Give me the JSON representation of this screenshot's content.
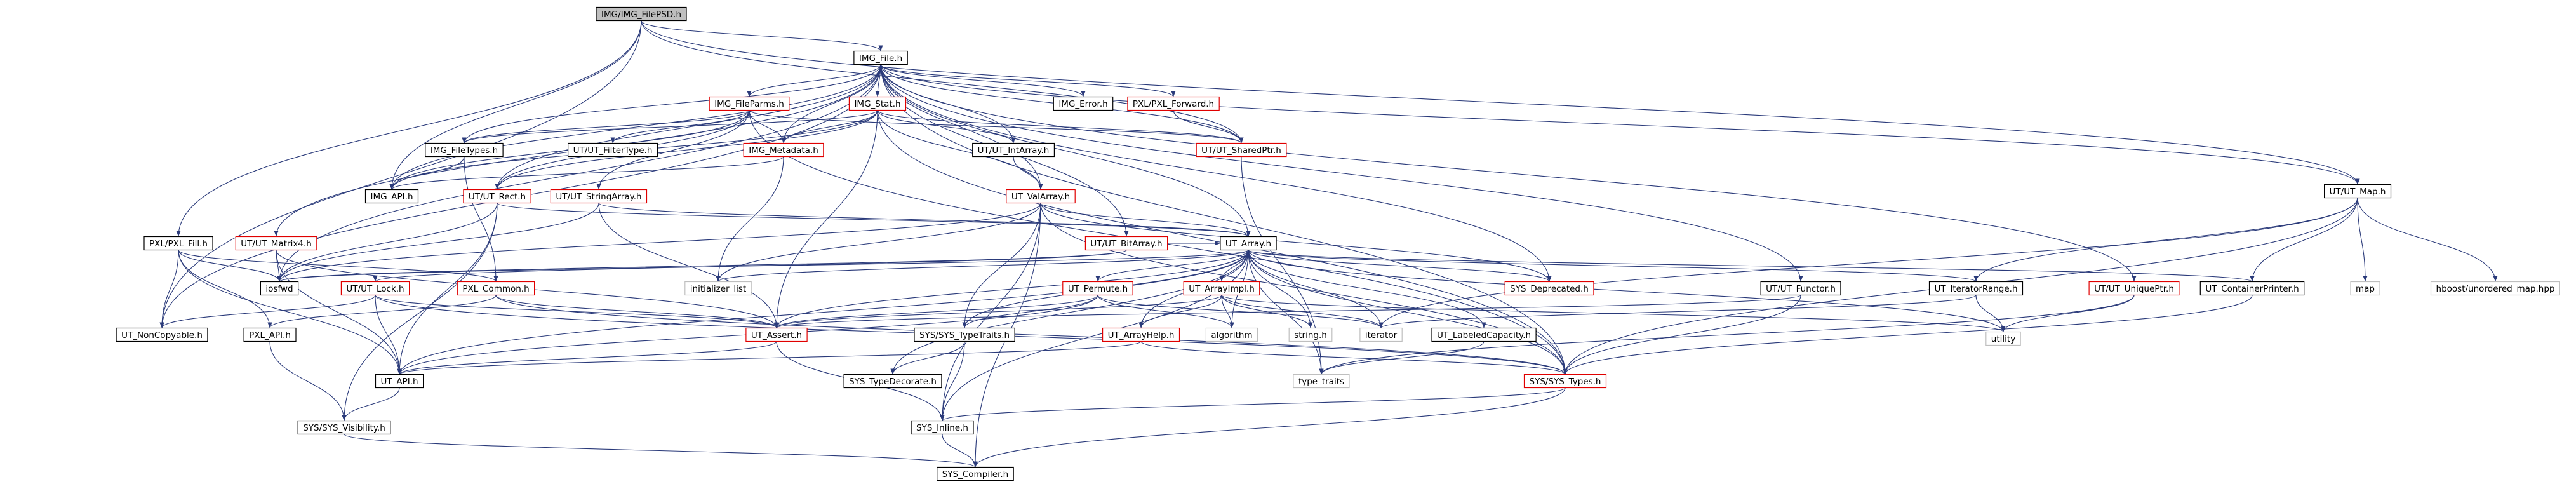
{
  "diagram": {
    "nodes": [
      {
        "id": "root",
        "label": "IMG/IMG_FilePSD.h",
        "style": "root"
      },
      {
        "id": "imgfile",
        "label": "IMG_File.h",
        "style": "normal"
      },
      {
        "id": "fileparms",
        "label": "IMG_FileParms.h",
        "style": "red"
      },
      {
        "id": "stat",
        "label": "IMG_Stat.h",
        "style": "red"
      },
      {
        "id": "error",
        "label": "IMG_Error.h",
        "style": "normal"
      },
      {
        "id": "pxlfwd",
        "label": "PXL/PXL_Forward.h",
        "style": "red"
      },
      {
        "id": "utmap",
        "label": "UT/UT_Map.h",
        "style": "normal"
      },
      {
        "id": "filetypes",
        "label": "IMG_FileTypes.h",
        "style": "normal"
      },
      {
        "id": "filtertype",
        "label": "UT/UT_FilterType.h",
        "style": "normal"
      },
      {
        "id": "metadata",
        "label": "IMG_Metadata.h",
        "style": "red"
      },
      {
        "id": "intarray",
        "label": "UT/UT_IntArray.h",
        "style": "normal"
      },
      {
        "id": "sharedptr",
        "label": "UT/UT_SharedPtr.h",
        "style": "red"
      },
      {
        "id": "imgapi",
        "label": "IMG_API.h",
        "style": "normal"
      },
      {
        "id": "rect",
        "label": "UT/UT_Rect.h",
        "style": "red"
      },
      {
        "id": "stringarray",
        "label": "UT/UT_StringArray.h",
        "style": "red"
      },
      {
        "id": "valarray",
        "label": "UT_ValArray.h",
        "style": "red"
      },
      {
        "id": "pxlfill",
        "label": "PXL/PXL_Fill.h",
        "style": "normal"
      },
      {
        "id": "matrix4",
        "label": "UT/UT_Matrix4.h",
        "style": "red"
      },
      {
        "id": "bitarray",
        "label": "UT/UT_BitArray.h",
        "style": "red"
      },
      {
        "id": "utarray",
        "label": "UT_Array.h",
        "style": "normal"
      },
      {
        "id": "iosfwd",
        "label": "iosfwd",
        "style": "normal"
      },
      {
        "id": "lock",
        "label": "UT/UT_Lock.h",
        "style": "red"
      },
      {
        "id": "pxlcommon",
        "label": "PXL_Common.h",
        "style": "red"
      },
      {
        "id": "initlist",
        "label": "initializer_list",
        "style": "grey"
      },
      {
        "id": "permute",
        "label": "UT_Permute.h",
        "style": "red"
      },
      {
        "id": "arrayimpl",
        "label": "UT_ArrayImpl.h",
        "style": "red"
      },
      {
        "id": "deprecated",
        "label": "SYS_Deprecated.h",
        "style": "red"
      },
      {
        "id": "functor",
        "label": "UT/UT_Functor.h",
        "style": "normal"
      },
      {
        "id": "iterrange",
        "label": "UT_IteratorRange.h",
        "style": "normal"
      },
      {
        "id": "uniqueptr",
        "label": "UT/UT_UniquePtr.h",
        "style": "red"
      },
      {
        "id": "contprinter",
        "label": "UT_ContainerPrinter.h",
        "style": "normal"
      },
      {
        "id": "map",
        "label": "map",
        "style": "grey"
      },
      {
        "id": "boostmap",
        "label": "hboost/unordered_map.hpp",
        "style": "grey"
      },
      {
        "id": "noncopy",
        "label": "UT_NonCopyable.h",
        "style": "normal"
      },
      {
        "id": "pxlapi",
        "label": "PXL_API.h",
        "style": "normal"
      },
      {
        "id": "assert",
        "label": "UT_Assert.h",
        "style": "red"
      },
      {
        "id": "typetraits",
        "label": "SYS/SYS_TypeTraits.h",
        "style": "normal"
      },
      {
        "id": "arrayhelp",
        "label": "UT_ArrayHelp.h",
        "style": "red"
      },
      {
        "id": "algorithm",
        "label": "algorithm",
        "style": "grey"
      },
      {
        "id": "stringh",
        "label": "string.h",
        "style": "grey"
      },
      {
        "id": "iterator",
        "label": "iterator",
        "style": "grey"
      },
      {
        "id": "labeledcap",
        "label": "UT_LabeledCapacity.h",
        "style": "normal"
      },
      {
        "id": "utility",
        "label": "utility",
        "style": "grey"
      },
      {
        "id": "utapi",
        "label": "UT_API.h",
        "style": "normal"
      },
      {
        "id": "typedecorate",
        "label": "SYS_TypeDecorate.h",
        "style": "normal"
      },
      {
        "id": "stdtypetraits",
        "label": "type_traits",
        "style": "grey"
      },
      {
        "id": "systypes",
        "label": "SYS/SYS_Types.h",
        "style": "red"
      },
      {
        "id": "visibility",
        "label": "SYS/SYS_Visibility.h",
        "style": "normal"
      },
      {
        "id": "inline",
        "label": "SYS_Inline.h",
        "style": "normal"
      },
      {
        "id": "compiler",
        "label": "SYS_Compiler.h",
        "style": "normal"
      }
    ],
    "edges": [
      [
        "root",
        "imgfile"
      ],
      [
        "root",
        "imgapi"
      ],
      [
        "root",
        "pxlfill"
      ],
      [
        "root",
        "noncopy"
      ],
      [
        "root",
        "sharedptr"
      ],
      [
        "root",
        "utmap"
      ],
      [
        "imgfile",
        "fileparms"
      ],
      [
        "imgfile",
        "stat"
      ],
      [
        "imgfile",
        "error"
      ],
      [
        "imgfile",
        "pxlfwd"
      ],
      [
        "imgfile",
        "utmap"
      ],
      [
        "imgfile",
        "filetypes"
      ],
      [
        "imgfile",
        "metadata"
      ],
      [
        "imgfile",
        "intarray"
      ],
      [
        "imgfile",
        "sharedptr"
      ],
      [
        "imgfile",
        "imgapi"
      ],
      [
        "imgfile",
        "rect"
      ],
      [
        "imgfile",
        "valarray"
      ],
      [
        "imgfile",
        "matrix4"
      ],
      [
        "imgfile",
        "bitarray"
      ],
      [
        "imgfile",
        "utarray"
      ],
      [
        "imgfile",
        "iosfwd"
      ],
      [
        "imgfile",
        "noncopy"
      ],
      [
        "imgfile",
        "functor"
      ],
      [
        "imgfile",
        "uniqueptr"
      ],
      [
        "imgfile",
        "deprecated"
      ],
      [
        "imgfile",
        "systypes"
      ],
      [
        "fileparms",
        "filetypes"
      ],
      [
        "fileparms",
        "filtertype"
      ],
      [
        "fileparms",
        "metadata"
      ],
      [
        "fileparms",
        "imgapi"
      ],
      [
        "fileparms",
        "rect"
      ],
      [
        "fileparms",
        "stringarray"
      ],
      [
        "fileparms",
        "sharedptr"
      ],
      [
        "fileparms",
        "systypes"
      ],
      [
        "stat",
        "filetypes"
      ],
      [
        "stat",
        "metadata"
      ],
      [
        "stat",
        "intarray"
      ],
      [
        "stat",
        "valarray"
      ],
      [
        "stat",
        "imgapi"
      ],
      [
        "stat",
        "rect"
      ],
      [
        "stat",
        "sharedptr"
      ],
      [
        "stat",
        "systypes"
      ],
      [
        "stat",
        "assert"
      ],
      [
        "pxlfwd",
        "sharedptr"
      ],
      [
        "utmap",
        "contprinter"
      ],
      [
        "utmap",
        "iterrange"
      ],
      [
        "utmap",
        "map"
      ],
      [
        "utmap",
        "boostmap"
      ],
      [
        "utmap",
        "systypes"
      ],
      [
        "utmap",
        "iterator"
      ],
      [
        "filetypes",
        "imgapi"
      ],
      [
        "filetypes",
        "pxlcommon"
      ],
      [
        "metadata",
        "imgapi"
      ],
      [
        "metadata",
        "initlist"
      ],
      [
        "intarray",
        "valarray"
      ],
      [
        "sharedptr",
        "stdtypetraits"
      ],
      [
        "rect",
        "iosfwd"
      ],
      [
        "rect",
        "utapi"
      ],
      [
        "rect",
        "utarray"
      ],
      [
        "rect",
        "visibility"
      ],
      [
        "stringarray",
        "utarray"
      ],
      [
        "stringarray",
        "iosfwd"
      ],
      [
        "stringarray",
        "assert"
      ],
      [
        "valarray",
        "utarray"
      ],
      [
        "valarray",
        "initlist"
      ],
      [
        "valarray",
        "deprecated"
      ],
      [
        "valarray",
        "systypes"
      ],
      [
        "valarray",
        "typetraits"
      ],
      [
        "valarray",
        "inline"
      ],
      [
        "valarray",
        "iosfwd"
      ],
      [
        "valarray",
        "compiler"
      ],
      [
        "pxlfill",
        "pxlcommon"
      ],
      [
        "pxlfill",
        "pxlapi"
      ],
      [
        "pxlfill",
        "utapi"
      ],
      [
        "pxlfill",
        "noncopy"
      ],
      [
        "pxlfill",
        "iosfwd"
      ],
      [
        "matrix4",
        "iosfwd"
      ],
      [
        "matrix4",
        "utapi"
      ],
      [
        "matrix4",
        "assert"
      ],
      [
        "bitarray",
        "utarray"
      ],
      [
        "bitarray",
        "iosfwd"
      ],
      [
        "bitarray",
        "lock"
      ],
      [
        "utarray",
        "initlist"
      ],
      [
        "utarray",
        "permute"
      ],
      [
        "utarray",
        "arrayimpl"
      ],
      [
        "utarray",
        "deprecated"
      ],
      [
        "utarray",
        "iterrange"
      ],
      [
        "utarray",
        "contprinter"
      ],
      [
        "utarray",
        "labeledcap"
      ],
      [
        "utarray",
        "assert"
      ],
      [
        "utarray",
        "typetraits"
      ],
      [
        "utarray",
        "arrayhelp"
      ],
      [
        "utarray",
        "algorithm"
      ],
      [
        "utarray",
        "stringh"
      ],
      [
        "utarray",
        "iterator"
      ],
      [
        "utarray",
        "utility"
      ],
      [
        "utarray",
        "utapi"
      ],
      [
        "utarray",
        "stdtypetraits"
      ],
      [
        "utarray",
        "systypes"
      ],
      [
        "utarray",
        "inline"
      ],
      [
        "utarray",
        "iosfwd"
      ],
      [
        "utarray",
        "typedecorate"
      ],
      [
        "lock",
        "noncopy"
      ],
      [
        "lock",
        "utapi"
      ],
      [
        "lock",
        "assert"
      ],
      [
        "lock",
        "systypes"
      ],
      [
        "pxlcommon",
        "assert"
      ],
      [
        "pxlcommon",
        "pxlapi"
      ],
      [
        "pxlcommon",
        "systypes"
      ],
      [
        "permute",
        "assert"
      ],
      [
        "permute",
        "algorithm"
      ],
      [
        "permute",
        "iterator"
      ],
      [
        "permute",
        "utapi"
      ],
      [
        "permute",
        "typetraits"
      ],
      [
        "arrayimpl",
        "arrayhelp"
      ],
      [
        "arrayimpl",
        "assert"
      ],
      [
        "arrayimpl",
        "stringh"
      ],
      [
        "arrayimpl",
        "algorithm"
      ],
      [
        "arrayimpl",
        "iterator"
      ],
      [
        "arrayimpl",
        "utility"
      ],
      [
        "functor",
        "assert"
      ],
      [
        "functor",
        "systypes"
      ],
      [
        "iterrange",
        "iterator"
      ],
      [
        "iterrange",
        "utility"
      ],
      [
        "uniqueptr",
        "utility"
      ],
      [
        "uniqueptr",
        "stdtypetraits"
      ],
      [
        "contprinter",
        "systypes"
      ],
      [
        "assert",
        "utapi"
      ],
      [
        "assert",
        "inline"
      ],
      [
        "typetraits",
        "typedecorate"
      ],
      [
        "typetraits",
        "inline"
      ],
      [
        "arrayhelp",
        "utapi"
      ],
      [
        "arrayhelp",
        "systypes"
      ],
      [
        "labeledcap",
        "stdtypetraits"
      ],
      [
        "pxlapi",
        "visibility"
      ],
      [
        "utapi",
        "visibility"
      ],
      [
        "systypes",
        "inline"
      ],
      [
        "systypes",
        "compiler"
      ],
      [
        "visibility",
        "compiler"
      ],
      [
        "inline",
        "compiler"
      ]
    ]
  }
}
